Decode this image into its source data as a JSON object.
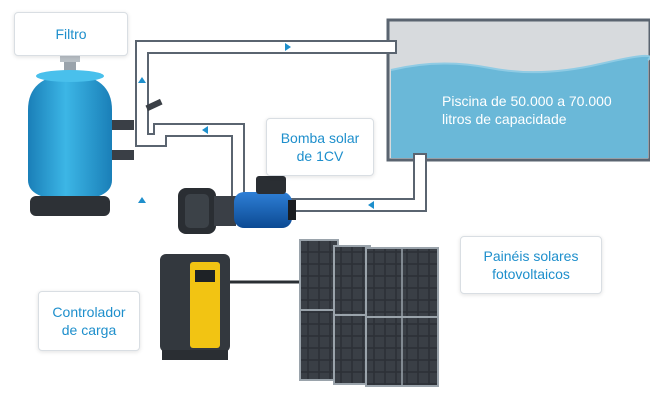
{
  "labels": {
    "filter": "Filtro",
    "pump_line1": "Bomba solar",
    "pump_line2": "de 1CV",
    "pool_line1": "Piscina de 50.000 a 70.000",
    "pool_line2": "litros de capacidade",
    "panels_line1": "Painéis solares",
    "panels_line2": "fotovoltaicos",
    "controller_line1": "Controlador",
    "controller_line2": "de carga"
  },
  "colors": {
    "accent_text": "#1e8fcc",
    "filter_body": "#2aa3d9",
    "pool_water": "#6ab8d8",
    "pipe": "#ffffff",
    "pipe_outline": "#5a6470",
    "pump_motor": "#1463b8",
    "controller_yellow": "#f2c413",
    "panel_cells": "#2c3036"
  },
  "icons": {
    "flow_arrow": "flow-arrow-icon"
  }
}
